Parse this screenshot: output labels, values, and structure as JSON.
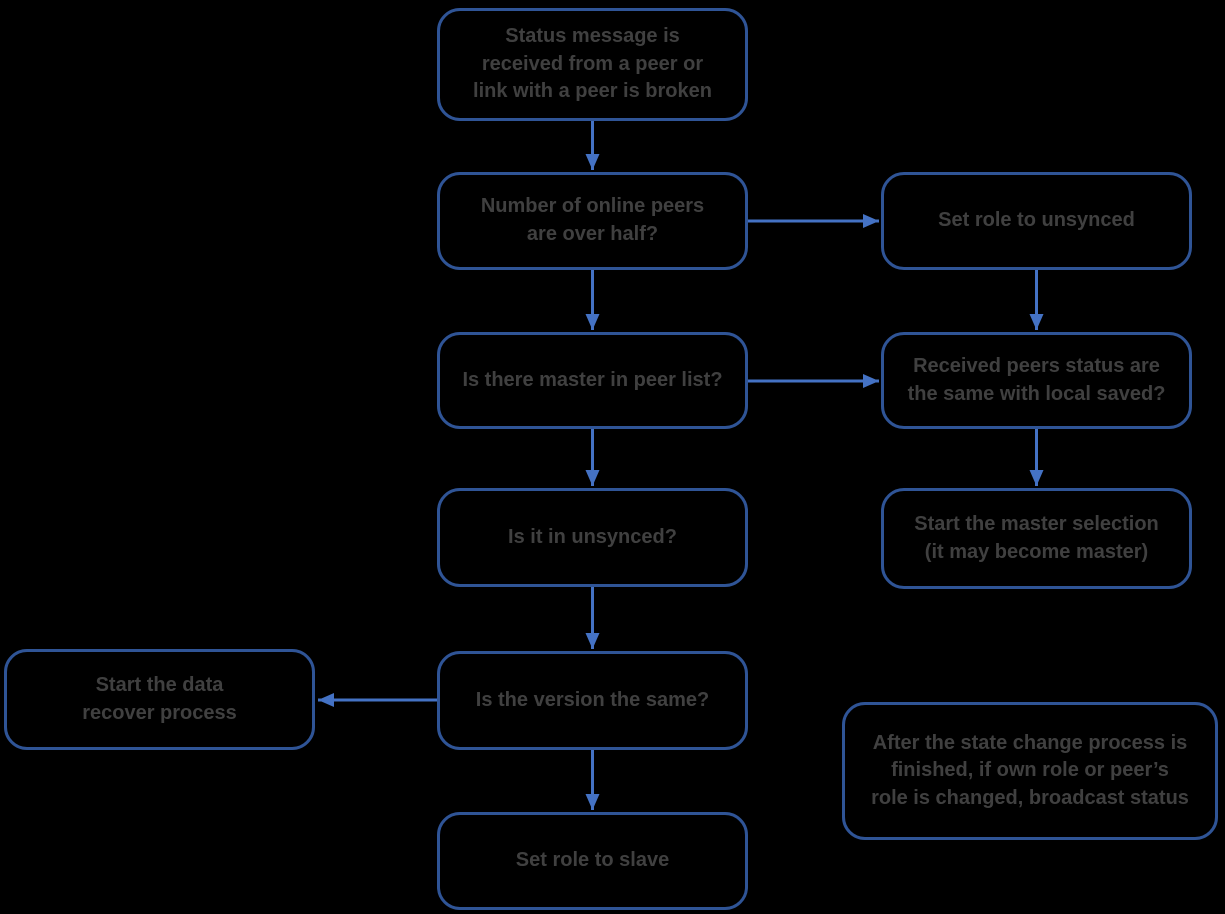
{
  "colors": {
    "background": "#000000",
    "box_border": "#2F5496",
    "arrow": "#4472C4",
    "text": "#404040"
  },
  "nodes": {
    "status_message": {
      "label": "Status message is\nreceived from a peer or\nlink with a peer is broken"
    },
    "online_peers_over_half": {
      "label": "Number of online peers\nare over half?"
    },
    "set_role_unsynced": {
      "label": "Set role to unsynced"
    },
    "master_in_peer_list": {
      "label": "Is there master in peer list?"
    },
    "received_status_same": {
      "label": "Received peers status are\nthe same with local saved?"
    },
    "is_in_unsynced": {
      "label": "Is it in unsynced?"
    },
    "start_master_selection": {
      "label": "Start the master selection\n(it may become master)"
    },
    "start_data_recover": {
      "label": "Start the data\nrecover process"
    },
    "version_same": {
      "label": "Is the version the same?"
    },
    "set_role_slave": {
      "label": "Set role to slave"
    },
    "broadcast_note": {
      "label": "After the state change process is\nfinished, if own role or peer’s\nrole is changed, broadcast status"
    }
  }
}
